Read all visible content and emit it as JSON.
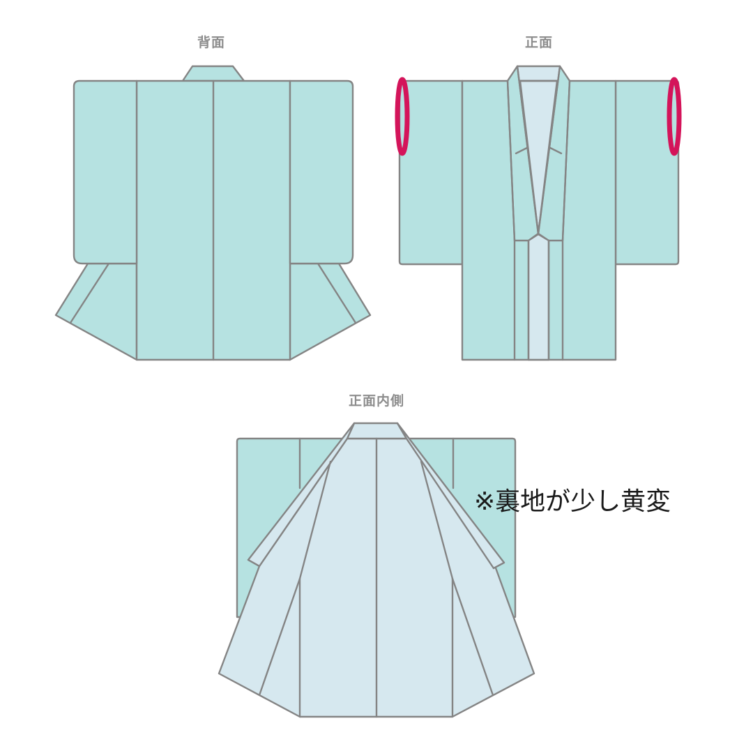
{
  "views": {
    "back": {
      "label": "背面"
    },
    "front": {
      "label": "正面"
    },
    "inside": {
      "label": "正面内側"
    }
  },
  "annotation": {
    "note": "※裏地が少し黄変"
  },
  "colors": {
    "outer_fabric": "#b6e2e1",
    "lining_fabric": "#d6e8ef",
    "outline": "#848484",
    "damage_marker": "#d4145a",
    "label_text": "#8c8c8c"
  },
  "markers": [
    {
      "view": "front",
      "position": "left-sleeve-cuff",
      "shape": "ellipse"
    },
    {
      "view": "front",
      "position": "right-sleeve-cuff",
      "shape": "ellipse"
    }
  ]
}
